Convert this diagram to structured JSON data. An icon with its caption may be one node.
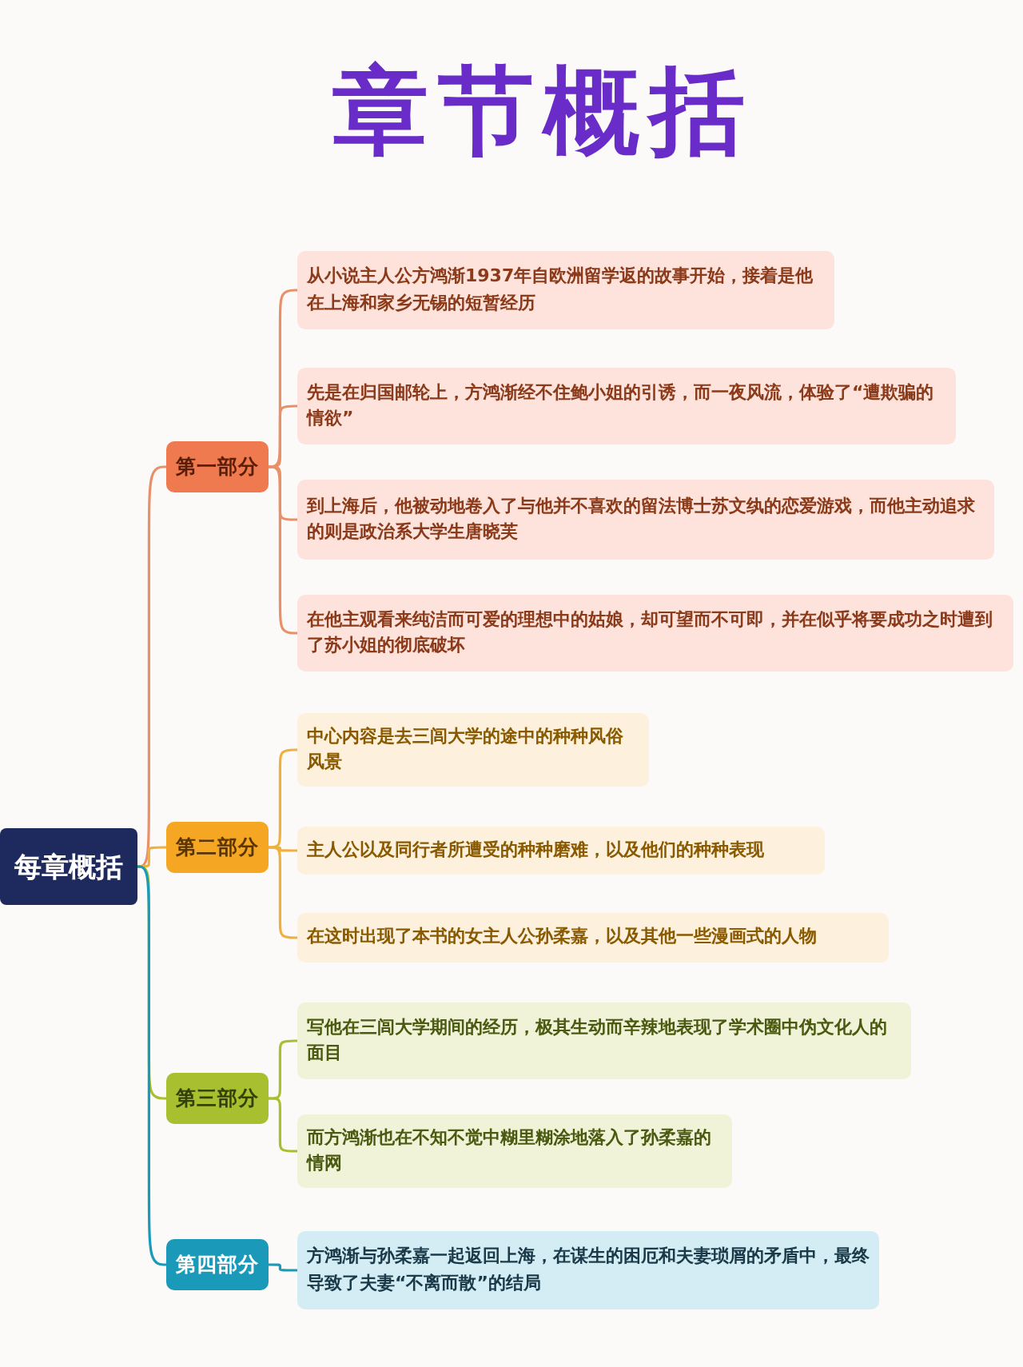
{
  "diagram": {
    "title": "章节概括",
    "nodes": [
      {
        "text": [
          "每章概括"
        ]
      },
      {
        "text": [
          "第一部分"
        ]
      },
      {
        "text": [
          "从小说主人公方鸿渐1937年自欧洲留学返的故事开始，接着是他在上海和家乡无锡的短暂经历"
        ]
      },
      {
        "text": [
          "先是在归国邮轮上，方鸿渐经不住鲍小姐的引诱，而一夜风流，体验了“遭欺骗的情欲”"
        ]
      },
      {
        "text": [
          "到上海后，他被动地卷入了与他并不喜欢的留法博士苏文纨的恋爱游戏，而他主动追求的则是政治系大学生唐晓芙"
        ]
      },
      {
        "text": [
          "在他主观看来纯洁而可爱的理想中的姑娘，却可望而不可即，并在似乎将要成功之时遭到了苏小姐的彻底破坏"
        ]
      },
      {
        "text": [
          "第二部分"
        ]
      },
      {
        "text": [
          "中心内容是去三闾大学的途中的种种风俗风景"
        ]
      },
      {
        "text": [
          "主人公以及同行者所遭受的种种磨难，以及他们的种种表现"
        ]
      },
      {
        "text": [
          "在这时出现了本书的女主人公孙柔嘉，以及其他一些漫画式的人物"
        ]
      },
      {
        "text": [
          "第三部分"
        ]
      },
      {
        "text": [
          "写他在三闾大学期间的经历，极其生动而辛辣地表现了学术圈中伪文化人的面目"
        ]
      },
      {
        "text": [
          "而方鸿渐也在不知不觉中糊里糊涂地落入了孙柔嘉的情网"
        ]
      },
      {
        "text": [
          "第四部分"
        ]
      },
      {
        "text": [
          "方鸿渐与孙柔嘉一起返回上海，在谋生的困厄和夫妻琐屑的矛盾中，最终导致了夫妻“不离而散”的结局"
        ]
      }
    ],
    "edges": [
      {
        "from": 0,
        "to": 1,
        "arrow": "none",
        "color": "#e8906a"
      },
      {
        "from": 1,
        "to": 2,
        "arrow": "none",
        "color": "#e8906a"
      },
      {
        "from": 1,
        "to": 3,
        "arrow": "none",
        "color": "#e8906a"
      },
      {
        "from": 1,
        "to": 4,
        "arrow": "none",
        "color": "#e8906a"
      },
      {
        "from": 1,
        "to": 5,
        "arrow": "none",
        "color": "#e8906a"
      },
      {
        "from": 0,
        "to": 6,
        "arrow": "none",
        "color": "#f0b040"
      },
      {
        "from": 6,
        "to": 7,
        "arrow": "none",
        "color": "#f0b040"
      },
      {
        "from": 6,
        "to": 8,
        "arrow": "none",
        "color": "#f0b040"
      },
      {
        "from": 6,
        "to": 9,
        "arrow": "none",
        "color": "#f0b040"
      },
      {
        "from": 0,
        "to": 10,
        "arrow": "none",
        "color": "#a8c030"
      },
      {
        "from": 10,
        "to": 11,
        "arrow": "none",
        "color": "#a8c030"
      },
      {
        "from": 10,
        "to": 12,
        "arrow": "none",
        "color": "#a8c030"
      },
      {
        "from": 0,
        "to": 13,
        "arrow": "none",
        "color": "#1a9ab8"
      },
      {
        "from": 13,
        "to": 14,
        "arrow": "none",
        "color": "#1a9ab8"
      }
    ]
  }
}
